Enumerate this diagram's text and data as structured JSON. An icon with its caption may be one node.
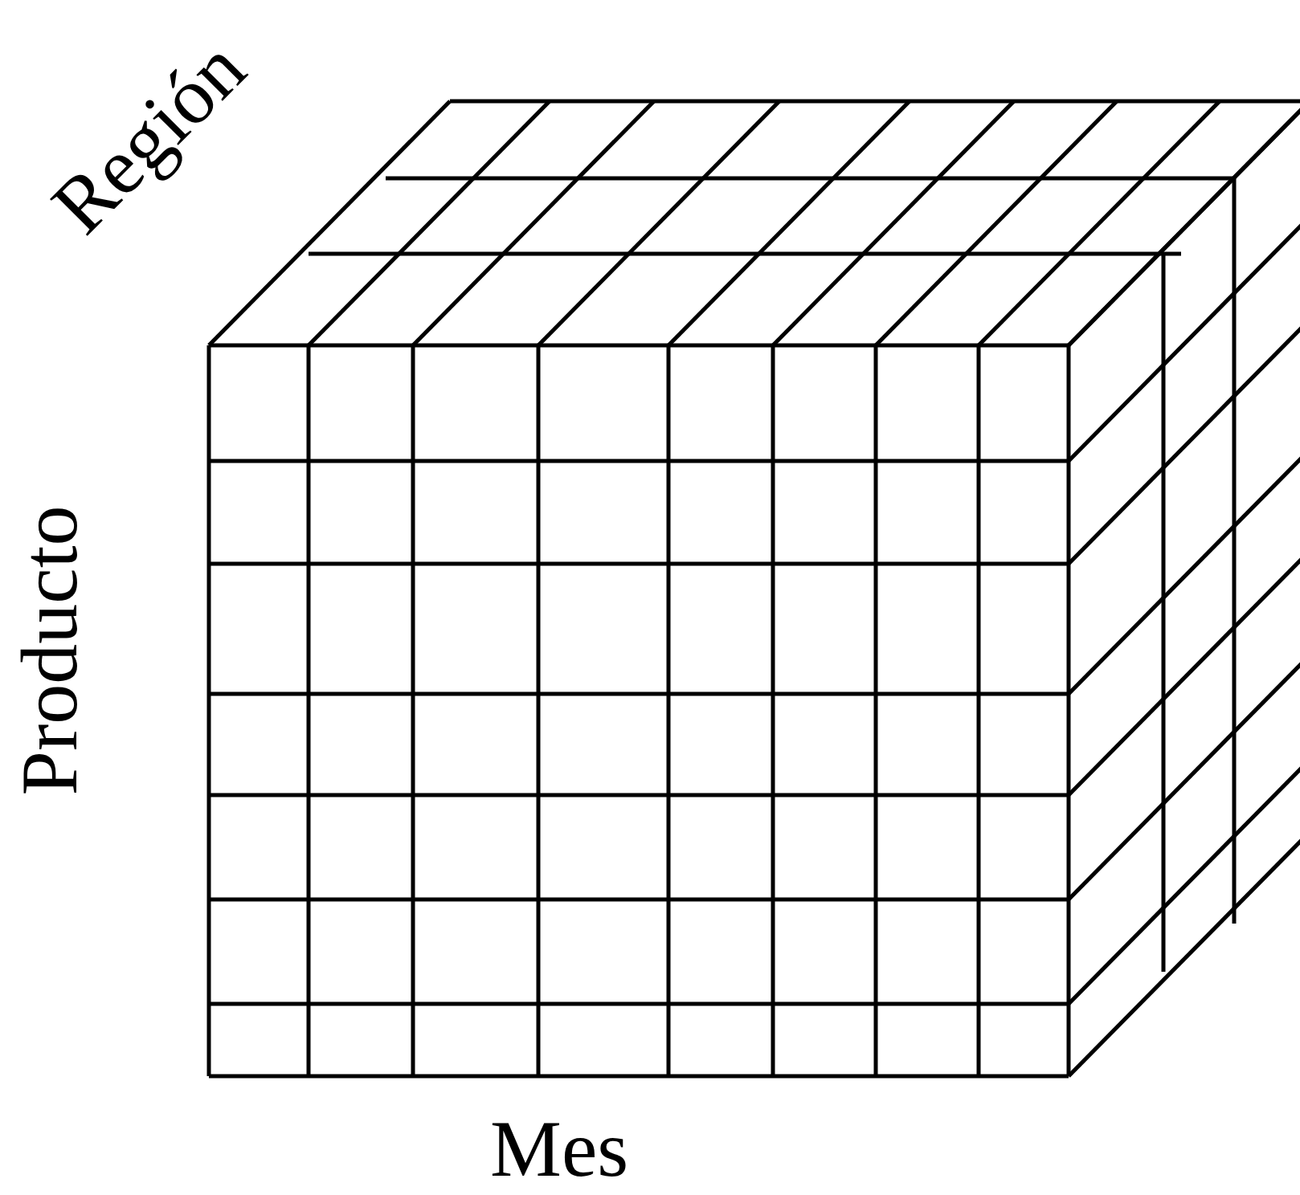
{
  "diagram": {
    "labels": [
      "Región",
      "Producto",
      "Mes"
    ]
  }
}
